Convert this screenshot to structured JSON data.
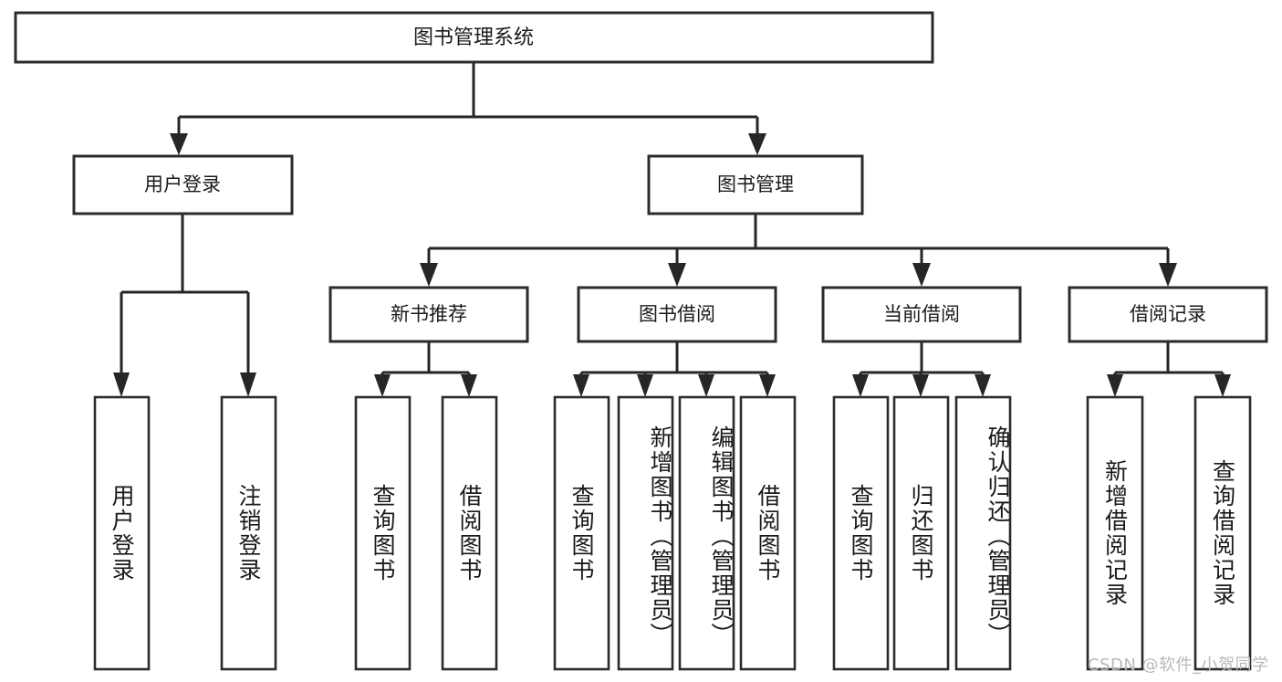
{
  "diagram": {
    "title_node": {
      "label": "图书管理系统"
    },
    "level1": [
      {
        "label": "用户登录"
      },
      {
        "label": "图书管理"
      }
    ],
    "level2": [
      {
        "label": "新书推荐"
      },
      {
        "label": "图书借阅"
      },
      {
        "label": "当前借阅"
      },
      {
        "label": "借阅记录"
      }
    ],
    "leaves": {
      "user_login": [
        {
          "label": "用户登录"
        },
        {
          "label": "注销登录"
        }
      ],
      "new_book": [
        {
          "label": "查询图书"
        },
        {
          "label": "借阅图书"
        }
      ],
      "book_borrow": [
        {
          "label": "查询图书"
        },
        {
          "label": "新增图书（管理员）"
        },
        {
          "label": "编辑图书（管理员）"
        },
        {
          "label": "借阅图书"
        }
      ],
      "current_borrow": [
        {
          "label": "查询图书"
        },
        {
          "label": "归还图书"
        },
        {
          "label": "确认归还（管理员）"
        }
      ],
      "borrow_record": [
        {
          "label": "新增借阅记录"
        },
        {
          "label": "查询借阅记录"
        }
      ]
    }
  },
  "watermark": {
    "text": "CSDN @软件_小贺同学"
  },
  "colors": {
    "box_stroke": "#2b2b2b",
    "connector": "#262626",
    "text": "#1a1a1a",
    "background": "#ffffff",
    "watermark": "#b9b9b9"
  }
}
